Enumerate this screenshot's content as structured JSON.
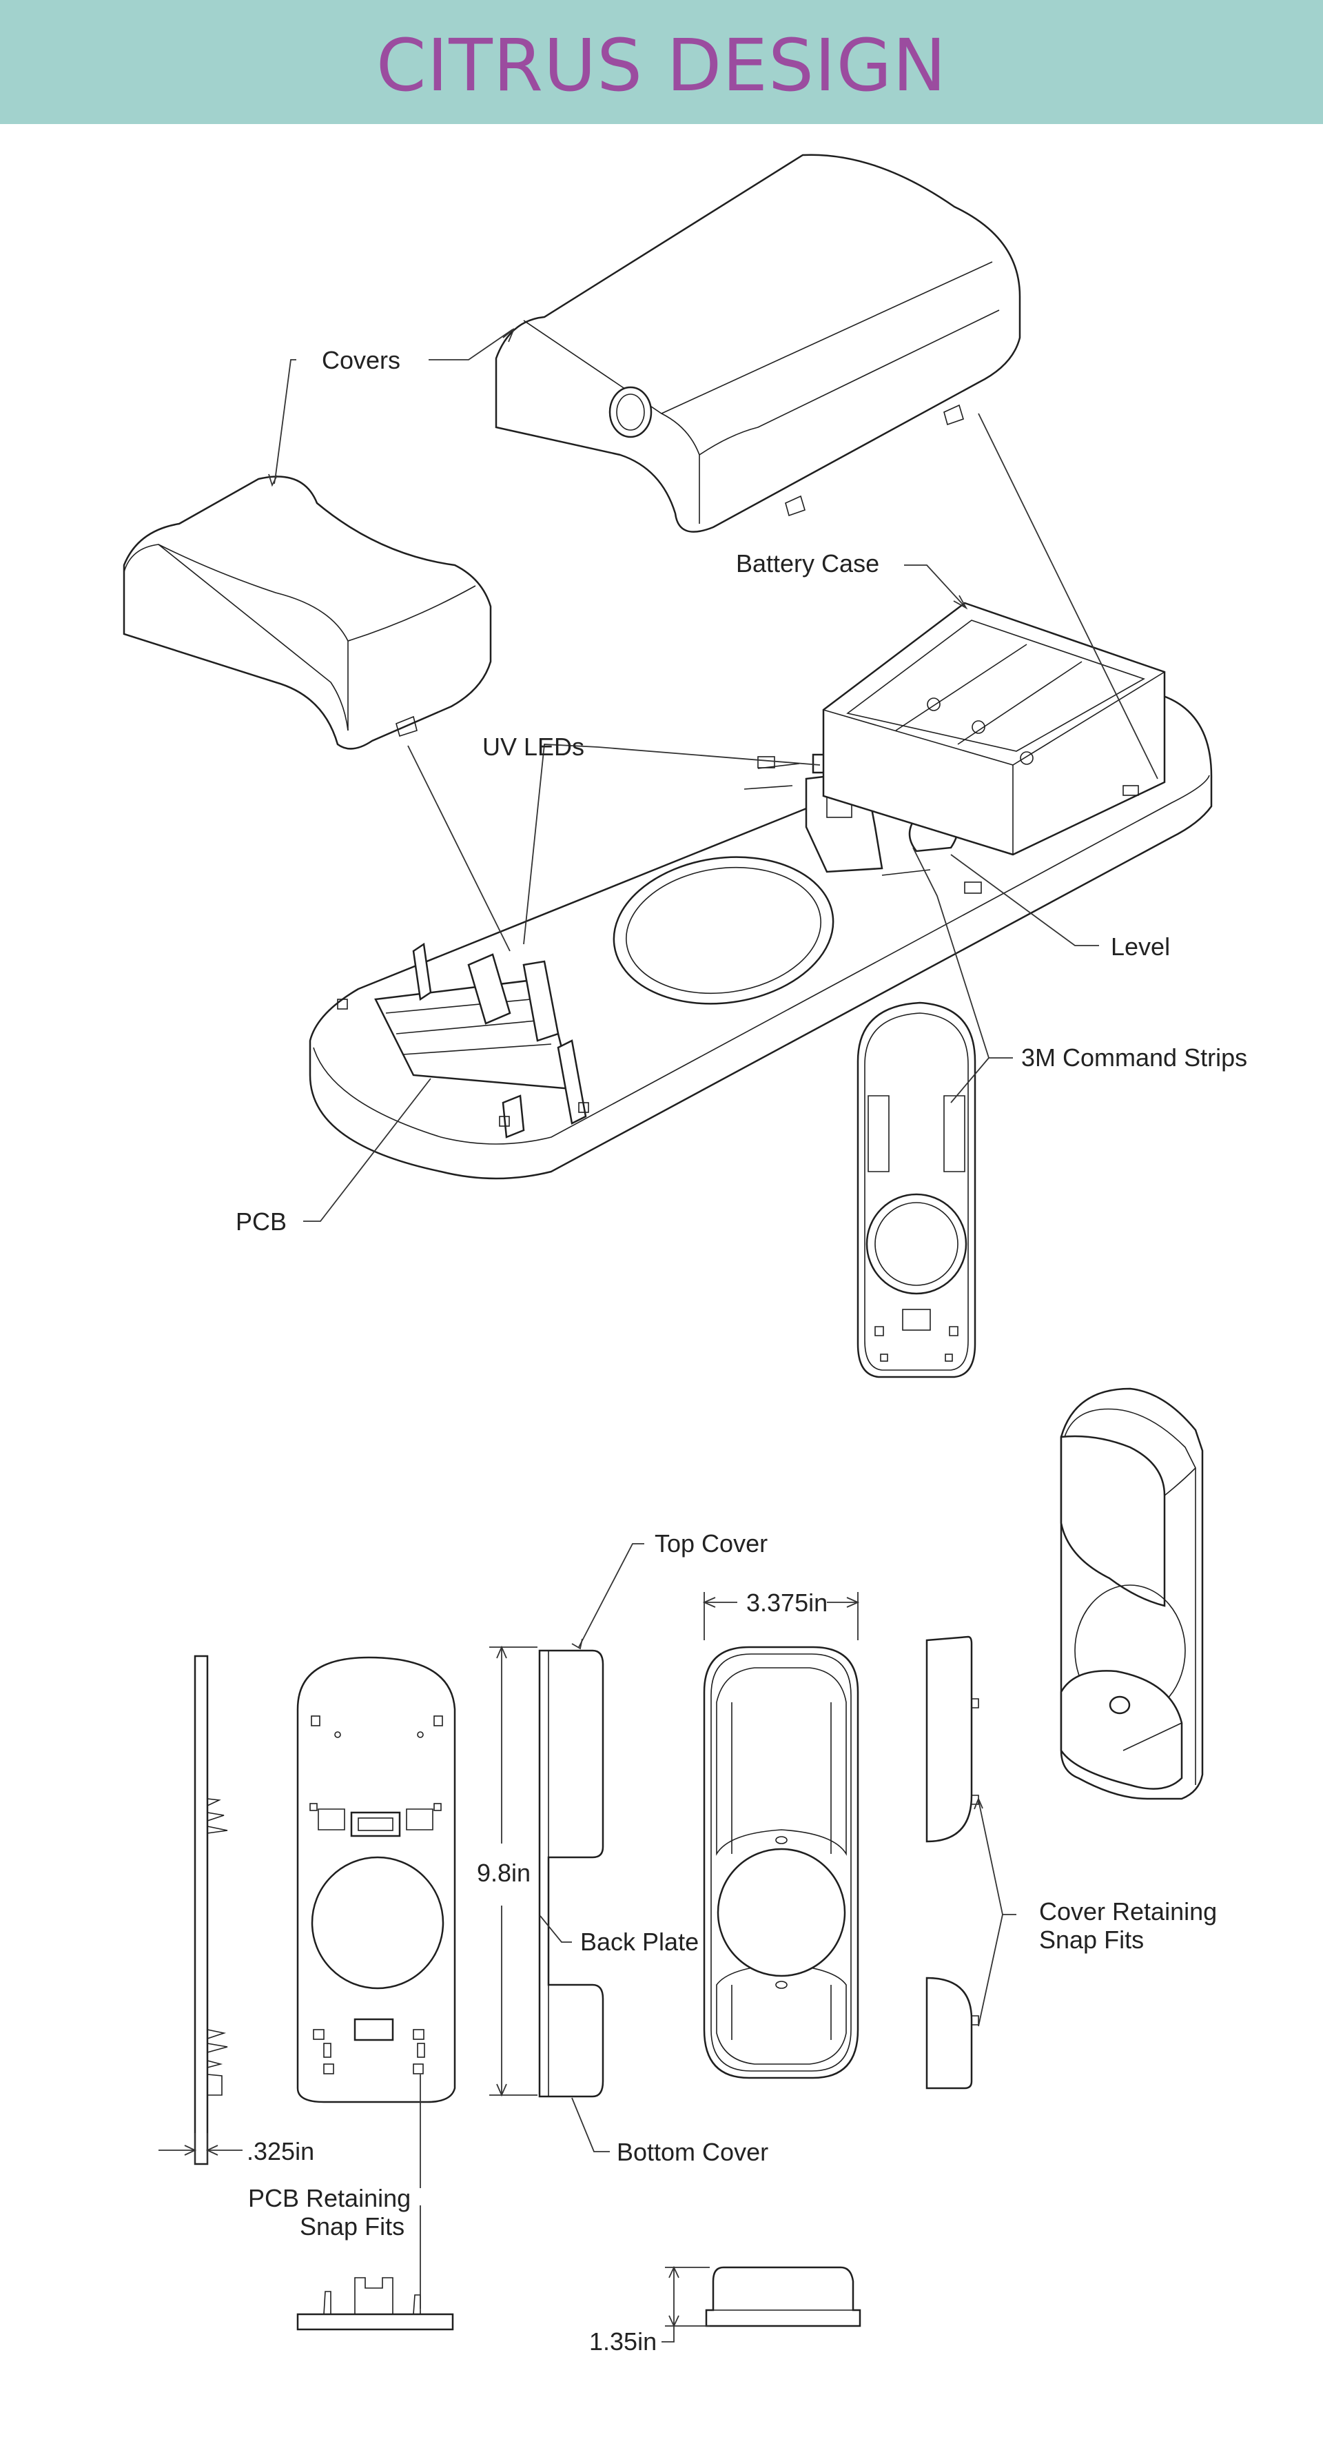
{
  "header": {
    "title": "CITRUS DESIGN",
    "band_color": "#a2d2cd",
    "title_color": "#9b4c9f"
  },
  "callouts": {
    "covers": "Covers",
    "battery_case": "Battery Case",
    "uv_leds": "UV LEDs",
    "level": "Level",
    "command_strips": "3M Command Strips",
    "pcb": "PCB",
    "top_cover": "Top Cover",
    "back_plate": "Back Plate",
    "bottom_cover": "Bottom Cover",
    "cover_snap_1": "Cover Retaining",
    "cover_snap_2": "Snap Fits",
    "pcb_snap_1": "PCB Retaining",
    "pcb_snap_2": "Snap Fits"
  },
  "dimensions": {
    "width": "3.375in",
    "length": "9.8in",
    "plate_thickness": ".325in",
    "height": "1.35in"
  }
}
